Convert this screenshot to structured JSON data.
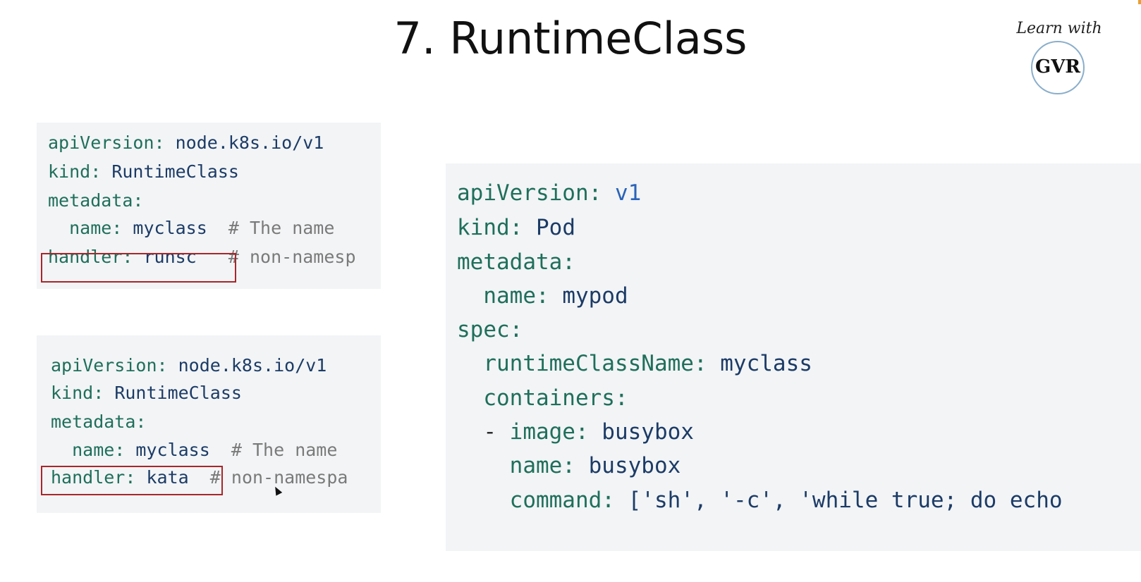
{
  "slide": {
    "title": "7. RuntimeClass"
  },
  "logo": {
    "text": "Learn with",
    "mark": "GVR"
  },
  "runtimeclass_runsc": {
    "line1_key": "apiVersion:",
    "line1_val": " node.k8s.io/v1",
    "line2_key": "kind:",
    "line2_val": " RuntimeClass",
    "line3_key": "metadata:",
    "line4_key": "  name:",
    "line4_val": " myclass",
    "line4_comment": "  # The name",
    "line5_key": "handler:",
    "line5_val": " runsc",
    "line5_comment": "   # non-namesp"
  },
  "runtimeclass_kata": {
    "line1_key": "apiVersion:",
    "line1_val": " node.k8s.io/v1",
    "line2_key": "kind:",
    "line2_val": " RuntimeClass",
    "line3_key": "metadata:",
    "line4_key": "  name:",
    "line4_val": " myclass",
    "line4_comment": "  # The name",
    "line5_key": "handler:",
    "line5_val": " kata",
    "line5_comment": "  # non-namespa"
  },
  "pod": {
    "line1_key": "apiVersion:",
    "line1_val": " v1",
    "line2_key": "kind:",
    "line2_val": " Pod",
    "line3_key": "metadata:",
    "line4_key": "  name:",
    "line4_val": " mypod",
    "line5_key": "spec:",
    "line6_key": "  runtimeClassName:",
    "line6_val": " myclass",
    "line7_key": "  containers:",
    "line8_dash": "  - ",
    "line8_key": "image:",
    "line8_val": " busybox",
    "line9_key": "    name:",
    "line9_val": " busybox",
    "line10_key": "    command:",
    "line10_val": " ['sh', '-c', 'while true; do echo"
  }
}
